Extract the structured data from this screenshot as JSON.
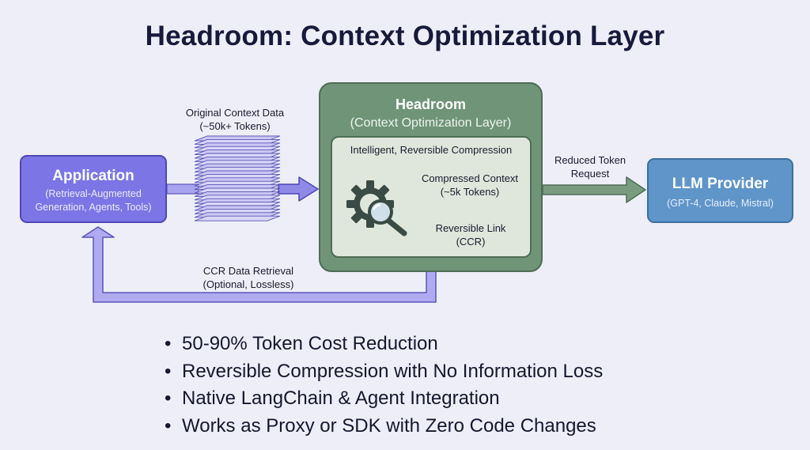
{
  "title": "Headroom: Context Optimization Layer",
  "application": {
    "name": "Application",
    "subtitle_line1": "(Retrieval-Augmented",
    "subtitle_line2": "Generation, Agents, Tools)"
  },
  "input_label": {
    "line1": "Original Context Data",
    "line2": "(~50k+ Tokens)"
  },
  "headroom": {
    "name": "Headroom",
    "subtitle": "(Context Optimization Layer)",
    "panel_title": "Intelligent, Reversible Compression",
    "compressed_line1": "Compressed Context",
    "compressed_line2": "(~5k Tokens)",
    "link_line1": "Reversible Link",
    "link_line2": "(CCR)"
  },
  "output_label": {
    "line1": "Reduced Token",
    "line2": "Request"
  },
  "llm": {
    "name": "LLM Provider",
    "subtitle": "(GPT-4, Claude, Mistral)"
  },
  "feedback_label": {
    "line1": "CCR Data Retrieval",
    "line2": "(Optional, Lossless)"
  },
  "bullets": [
    "50-90% Token Cost Reduction",
    "Reversible Compression with No Information Loss",
    "Native LangChain & Agent Integration",
    "Works as Proxy or SDK with Zero Code Changes"
  ],
  "colors": {
    "application": "#7b75e6",
    "headroom": "#6f9477",
    "inner_panel": "#dfe7dc",
    "llm": "#5f95c9",
    "arrow_purple": "#a9a4ef",
    "arrow_green": "#6f9477",
    "background": "#eeeef8"
  }
}
